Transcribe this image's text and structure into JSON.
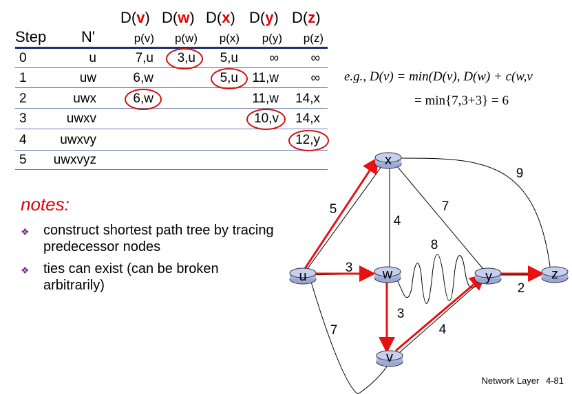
{
  "table": {
    "step_header": "Step",
    "nprime_header": "N'",
    "dist_headers": [
      {
        "prefix": "D(",
        "node": "v",
        "suffix": ")",
        "pred": "p(v)"
      },
      {
        "prefix": "D(",
        "node": "w",
        "suffix": ")",
        "pred": "p(w)"
      },
      {
        "prefix": "D(",
        "node": "x",
        "suffix": ")",
        "pred": "p(x)"
      },
      {
        "prefix": "D(",
        "node": "y",
        "suffix": ")",
        "pred": "p(y)"
      },
      {
        "prefix": "D(",
        "node": "z",
        "suffix": ")",
        "pred": "p(z)"
      }
    ],
    "rows": [
      {
        "step": "0",
        "nprime": "u",
        "v": "7,u",
        "w": "3,u",
        "x": "5,u",
        "y": "∞",
        "z": "∞"
      },
      {
        "step": "1",
        "nprime": "uw",
        "v": "6,w",
        "w": "",
        "x": "5,u",
        "y": "11,w",
        "z": "∞"
      },
      {
        "step": "2",
        "nprime": "uwx",
        "v": "6,w",
        "w": "",
        "x": "",
        "y": "11,w",
        "z": "14,x"
      },
      {
        "step": "3",
        "nprime": "uwxv",
        "v": "",
        "w": "",
        "x": "",
        "y": "10,v",
        "z": "14,x"
      },
      {
        "step": "4",
        "nprime": "uwxvy",
        "v": "",
        "w": "",
        "x": "",
        "y": "",
        "z": "12,y"
      },
      {
        "step": "5",
        "nprime": "uwxvyz",
        "v": "",
        "w": "",
        "x": "",
        "y": "",
        "z": ""
      }
    ],
    "accent_color": "#e00000"
  },
  "formula": {
    "line1": "e.g.,  D(v) = min(D(v), D(w) + c(w,v",
    "line2": "= min{7,3+3} = 6"
  },
  "notes": {
    "title": "notes:",
    "bullets": [
      "construct shortest path tree by tracing predecessor nodes",
      "ties can exist (can be broken arbitrarily)"
    ]
  },
  "graph": {
    "nodes": {
      "u": "u",
      "v": "v",
      "w": "w",
      "x": "x",
      "y": "y",
      "z": "z"
    },
    "edge_labels": {
      "ux": "5",
      "uw": "3",
      "uv": "7",
      "xw": "4",
      "xy": "7",
      "xz": "9",
      "wy": "8",
      "wv": "3",
      "vy": "4",
      "yz": "2"
    },
    "tree_color": "#e81010"
  },
  "footer": {
    "text": "Network Layer",
    "page": "4-81"
  }
}
